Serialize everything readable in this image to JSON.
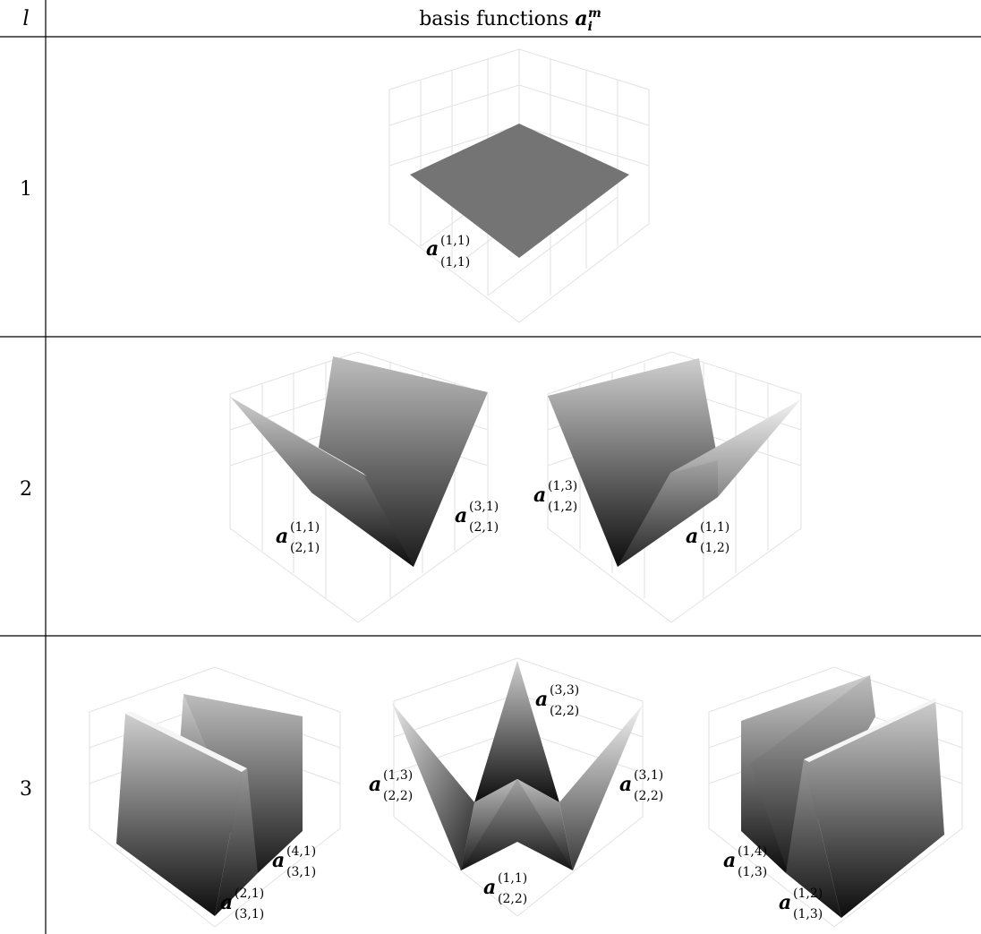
{
  "header": {
    "level_label": "l",
    "title_prefix": "basis functions ",
    "title_symbol": "a",
    "title_sub": "i",
    "title_sup": "m"
  },
  "rows": [
    {
      "level": "1",
      "plots": [
        {
          "kind": "flat",
          "labels": [
            {
              "sup": "(1,1)",
              "sub": "(1,1)"
            }
          ]
        }
      ]
    },
    {
      "level": "2",
      "plots": [
        {
          "kind": "v-x",
          "labels": [
            {
              "sup": "(1,1)",
              "sub": "(2,1)"
            },
            {
              "sup": "(3,1)",
              "sub": "(2,1)"
            }
          ]
        },
        {
          "kind": "v-y",
          "labels": [
            {
              "sup": "(1,3)",
              "sub": "(1,2)"
            },
            {
              "sup": "(1,1)",
              "sub": "(1,2)"
            }
          ]
        }
      ]
    },
    {
      "level": "3",
      "plots": [
        {
          "kind": "w-x",
          "labels": [
            {
              "sup": "(4,1)",
              "sub": "(3,1)"
            },
            {
              "sup": "(2,1)",
              "sub": "(3,1)"
            }
          ]
        },
        {
          "kind": "saddle",
          "labels": [
            {
              "sup": "(3,3)",
              "sub": "(2,2)"
            },
            {
              "sup": "(1,3)",
              "sub": "(2,2)"
            },
            {
              "sup": "(3,1)",
              "sub": "(2,2)"
            },
            {
              "sup": "(1,1)",
              "sub": "(2,2)"
            }
          ]
        },
        {
          "kind": "w-y",
          "labels": [
            {
              "sup": "(1,4)",
              "sub": "(1,3)"
            },
            {
              "sup": "(1,2)",
              "sub": "(1,3)"
            }
          ]
        }
      ]
    }
  ]
}
